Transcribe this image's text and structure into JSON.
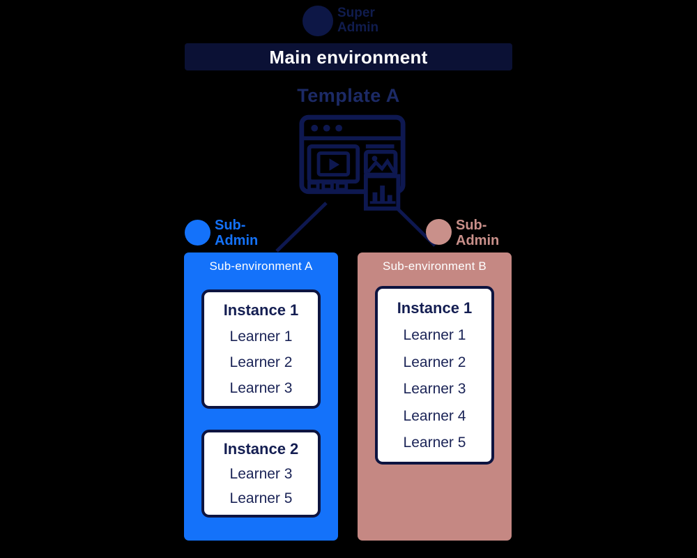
{
  "colors": {
    "background": "#000000",
    "navy": "#0d1440",
    "banner_bg": "#0b1135",
    "blue": "#1472fa",
    "rose": "#c58883",
    "card_bg": "#ffffff",
    "white_text": "#ffffff"
  },
  "super_admin": {
    "label": "Super Admin"
  },
  "main_environment": {
    "label": "Main environment"
  },
  "template": {
    "label": "Template A",
    "icon": "lms-browser-icon"
  },
  "sub_admins": [
    {
      "label": "Sub-Admin",
      "color": "#1472fa"
    },
    {
      "label": "Sub-Admin",
      "color": "#c9908a"
    }
  ],
  "sub_environments": [
    {
      "label": "Sub-environment A",
      "color": "#1472fa",
      "instances": [
        {
          "title": "Instance 1",
          "learners": [
            "Learner 1",
            "Learner 2",
            "Learner 3"
          ]
        },
        {
          "title": "Instance 2",
          "learners": [
            "Learner 3",
            "Learner 5"
          ]
        }
      ]
    },
    {
      "label": "Sub-environment B",
      "color": "#c58883",
      "instances": [
        {
          "title": "Instance 1",
          "learners": [
            "Learner 1",
            "Learner 2",
            "Learner 3",
            "Learner 4",
            "Learner 5"
          ]
        }
      ]
    }
  ]
}
